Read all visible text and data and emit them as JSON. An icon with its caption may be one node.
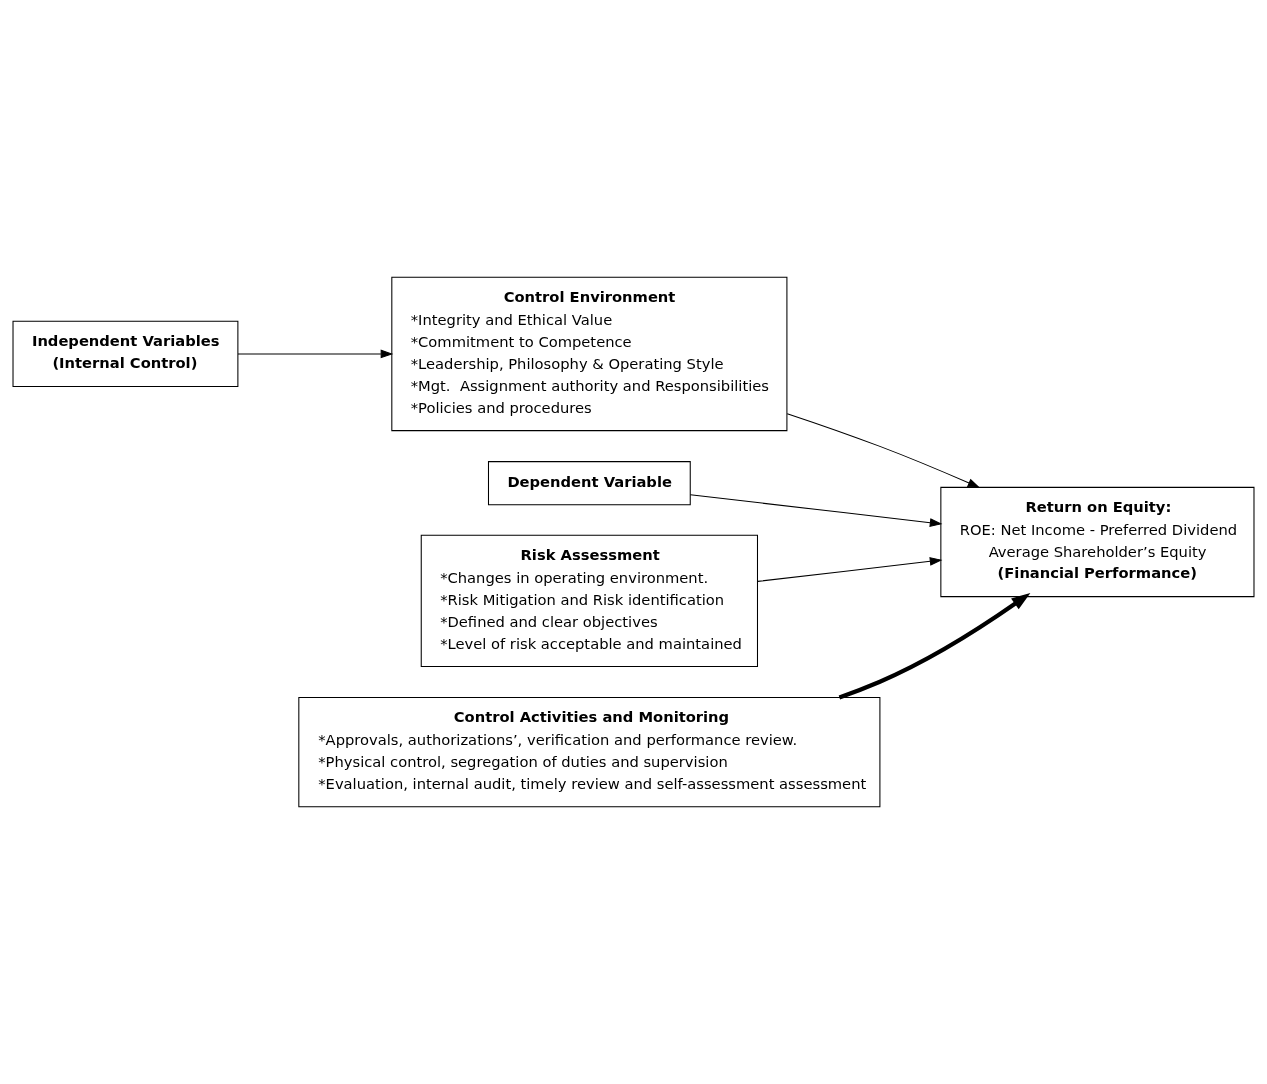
{
  "diagram": {
    "nodes": [
      {
        "text": [
          "Independent Variables",
          "(Internal Control)"
        ]
      },
      {
        "text": [
          "Dependent Variable"
        ]
      },
      {
        "text": [
          "Control Environment",
          "*Integrity and Ethical Value",
          "*Commitment to Competence",
          "*Leadership, Philosophy & Operating Style",
          "*Mgt.  Assignment authority and Responsibilities",
          "*Policies and procedures"
        ]
      },
      {
        "text": [
          "Risk Assessment",
          "*Changes in operating environment.",
          "*Risk Mitigation and Risk identification",
          "*Defined and clear objectives",
          "*Level of risk acceptable and maintained"
        ]
      },
      {
        "text": [
          "Control Activities and Monitoring",
          "*Approvals, authorizations’, verification and performance review.",
          "*Physical control, segregation of duties and supervision",
          "*Evaluation, internal audit, timely review and self-assessment assessment"
        ]
      },
      {
        "text": [
          "Return on Equity:",
          "ROE: Net Income - Preferred Dividend",
          "Average Shareholder’s Equity",
          "(Financial Performance)"
        ]
      }
    ],
    "edges": [
      {
        "from": 0,
        "to": 2,
        "arrow": "to"
      },
      {
        "from": 1,
        "to": 5,
        "arrow": "to"
      },
      {
        "from": 2,
        "to": 5,
        "arrow": "to"
      },
      {
        "from": 3,
        "to": 5,
        "arrow": "to"
      },
      {
        "from": 4,
        "to": 5,
        "arrow": "to",
        "style": "thick"
      }
    ]
  }
}
